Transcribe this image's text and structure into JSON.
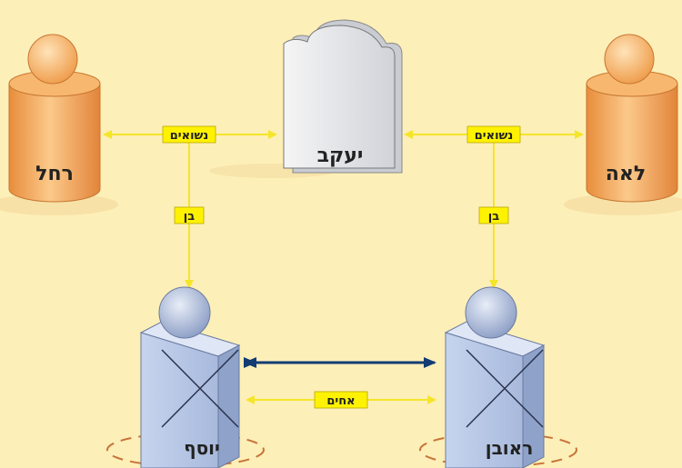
{
  "nodes": {
    "rachel": "רחל",
    "yaakov": "יעקב",
    "leah": "לאה",
    "yosef": "יוסף",
    "reuven": "ראובן"
  },
  "relations": {
    "married_left": "נשואים",
    "married_right": "נשואים",
    "son_left": "בן",
    "son_right": "בן",
    "brothers": "אחים"
  },
  "colors": {
    "background": "#fdefb8",
    "arrow_yellow": "#f5e52a",
    "label_fill": "#fff200",
    "double_arrow": "#123c73",
    "female_body": "#f0a550",
    "male_body": "#b8c8e8",
    "head": "#a9b9d9",
    "tombstone": "#e6e8ec"
  }
}
